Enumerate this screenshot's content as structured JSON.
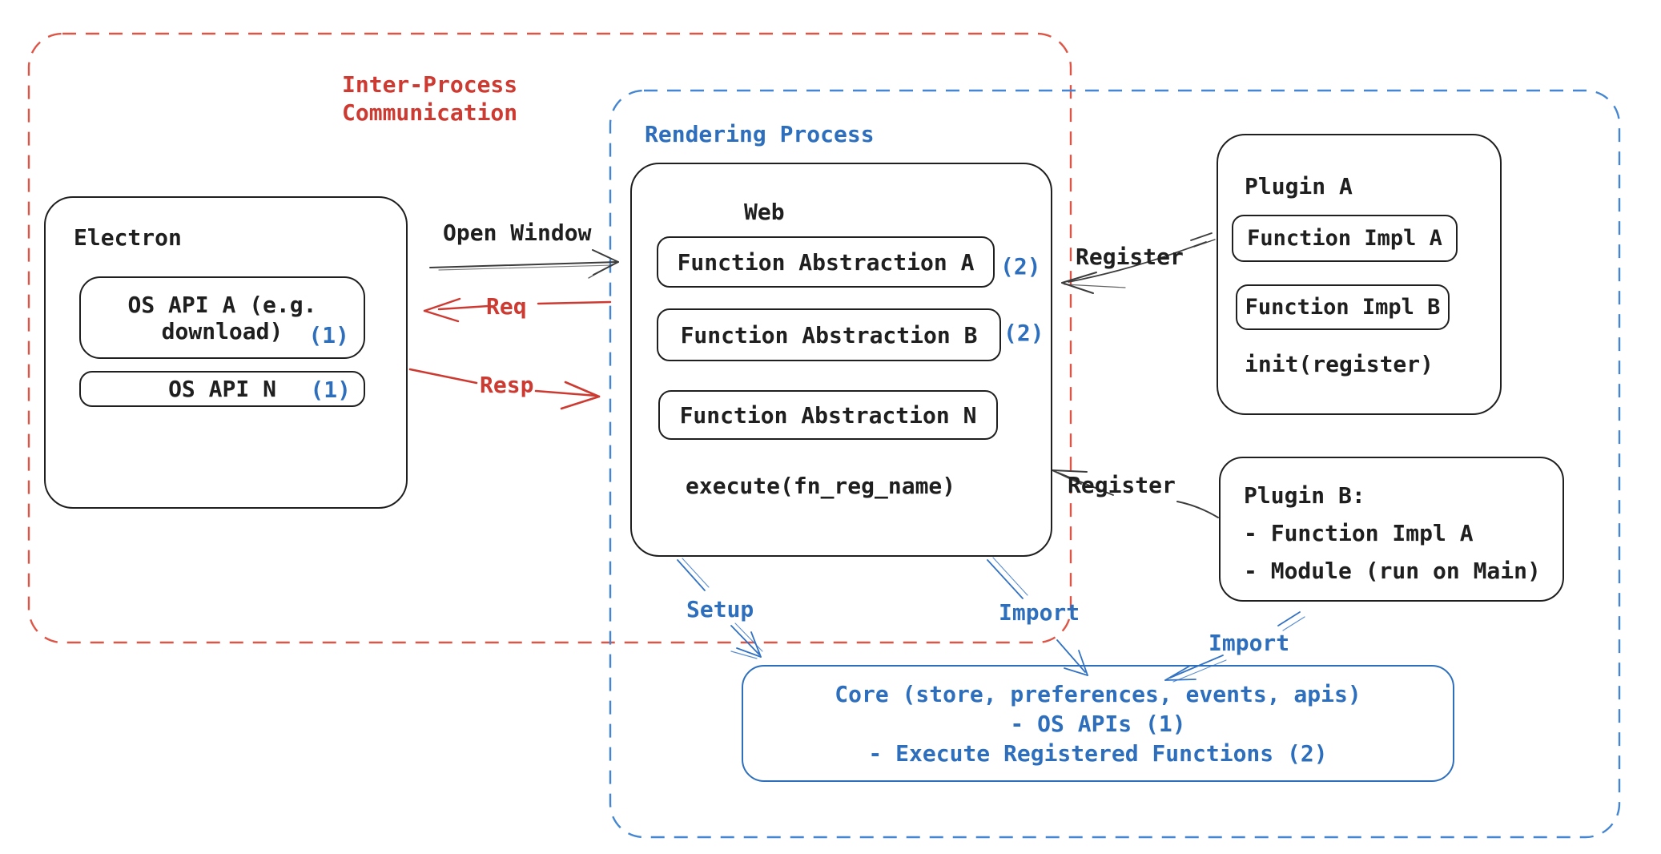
{
  "colors": {
    "ink": "#1f1f1f",
    "arrow": "#3c3c3c",
    "red": "#cd3a31",
    "red_dash": "#dd5546",
    "blue": "#2e6fbd",
    "blue_dash": "#4486d2",
    "bg": "#ffffff"
  },
  "ipc": {
    "title": "Inter-Process\nCommunication"
  },
  "rendering": {
    "title": "Rendering Process"
  },
  "electron": {
    "title": "Electron",
    "os_api_a_line1": "OS API A (e.g.",
    "os_api_a_line2": "download)",
    "os_api_a_badge": "(1)",
    "os_api_n_label": "OS API N",
    "os_api_n_badge": "(1)"
  },
  "web": {
    "title": "Web",
    "abstraction_a": "Function Abstraction A",
    "abstraction_a_badge": "(2)",
    "abstraction_b": "Function Abstraction B",
    "abstraction_b_badge": "(2)",
    "abstraction_n": "Function Abstraction N",
    "execute_label": "execute(fn_reg_name)"
  },
  "plugin_a": {
    "title": "Plugin A",
    "impl_a": "Function Impl A",
    "impl_b": "Function Impl B",
    "init_label": "init(register)"
  },
  "plugin_b": {
    "line1": "Plugin B:",
    "line2": "- Function Impl A",
    "line3": "- Module (run on Main)"
  },
  "core": {
    "line1": "Core (store, preferences, events, apis)",
    "line2": "- OS APIs (1)",
    "line3": "- Execute Registered Functions (2)"
  },
  "arrows": {
    "open_window": "Open Window",
    "req": "Req",
    "resp": "Resp",
    "register_a": "Register",
    "register_b": "Register",
    "setup": "Setup",
    "import_web": "Import",
    "import_plugin_b": "Import"
  }
}
